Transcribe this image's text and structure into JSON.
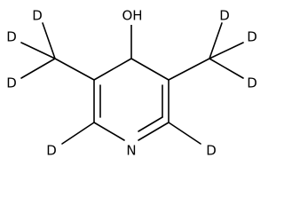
{
  "molecule": {
    "hydroxyl_label": "OH",
    "nitrogen_label": "N",
    "deuterium_label": "D"
  }
}
